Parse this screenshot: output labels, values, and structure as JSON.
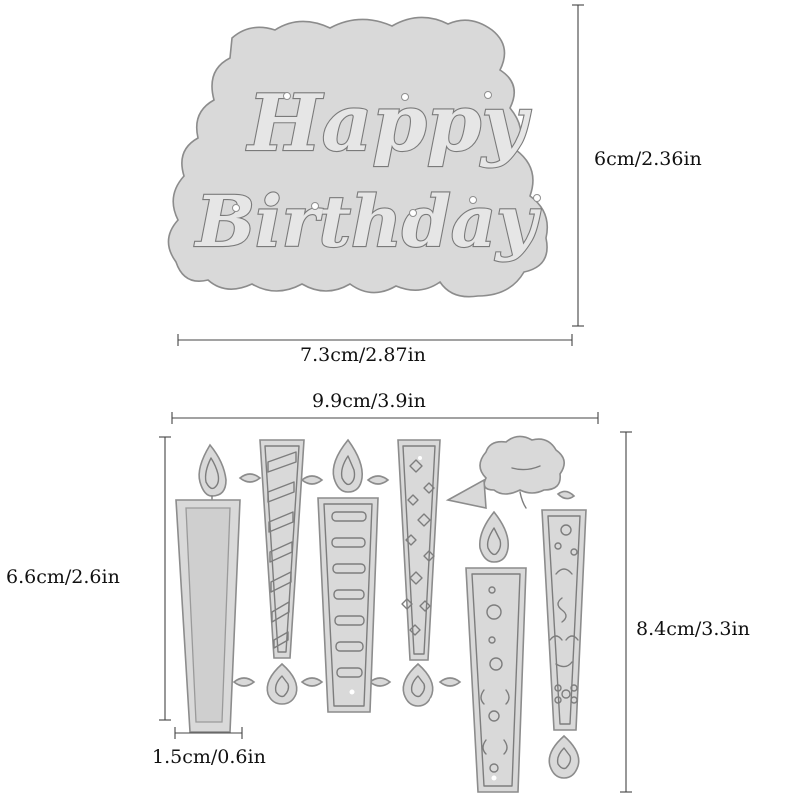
{
  "die_text": {
    "line1": "Happy",
    "line2": "Birthday"
  },
  "dimensions": {
    "top_width": "7.3cm/2.87in",
    "top_height": "6cm/2.36in",
    "bottom_width": "9.9cm/3.9in",
    "bottom_height_left": "6.6cm/2.6in",
    "bottom_height_right": "8.4cm/3.3in",
    "candle_width": "1.5cm/0.6in"
  },
  "colors": {
    "metal": "#d9d9d9",
    "edge": "#8c8c8c",
    "background": "#ffffff"
  }
}
